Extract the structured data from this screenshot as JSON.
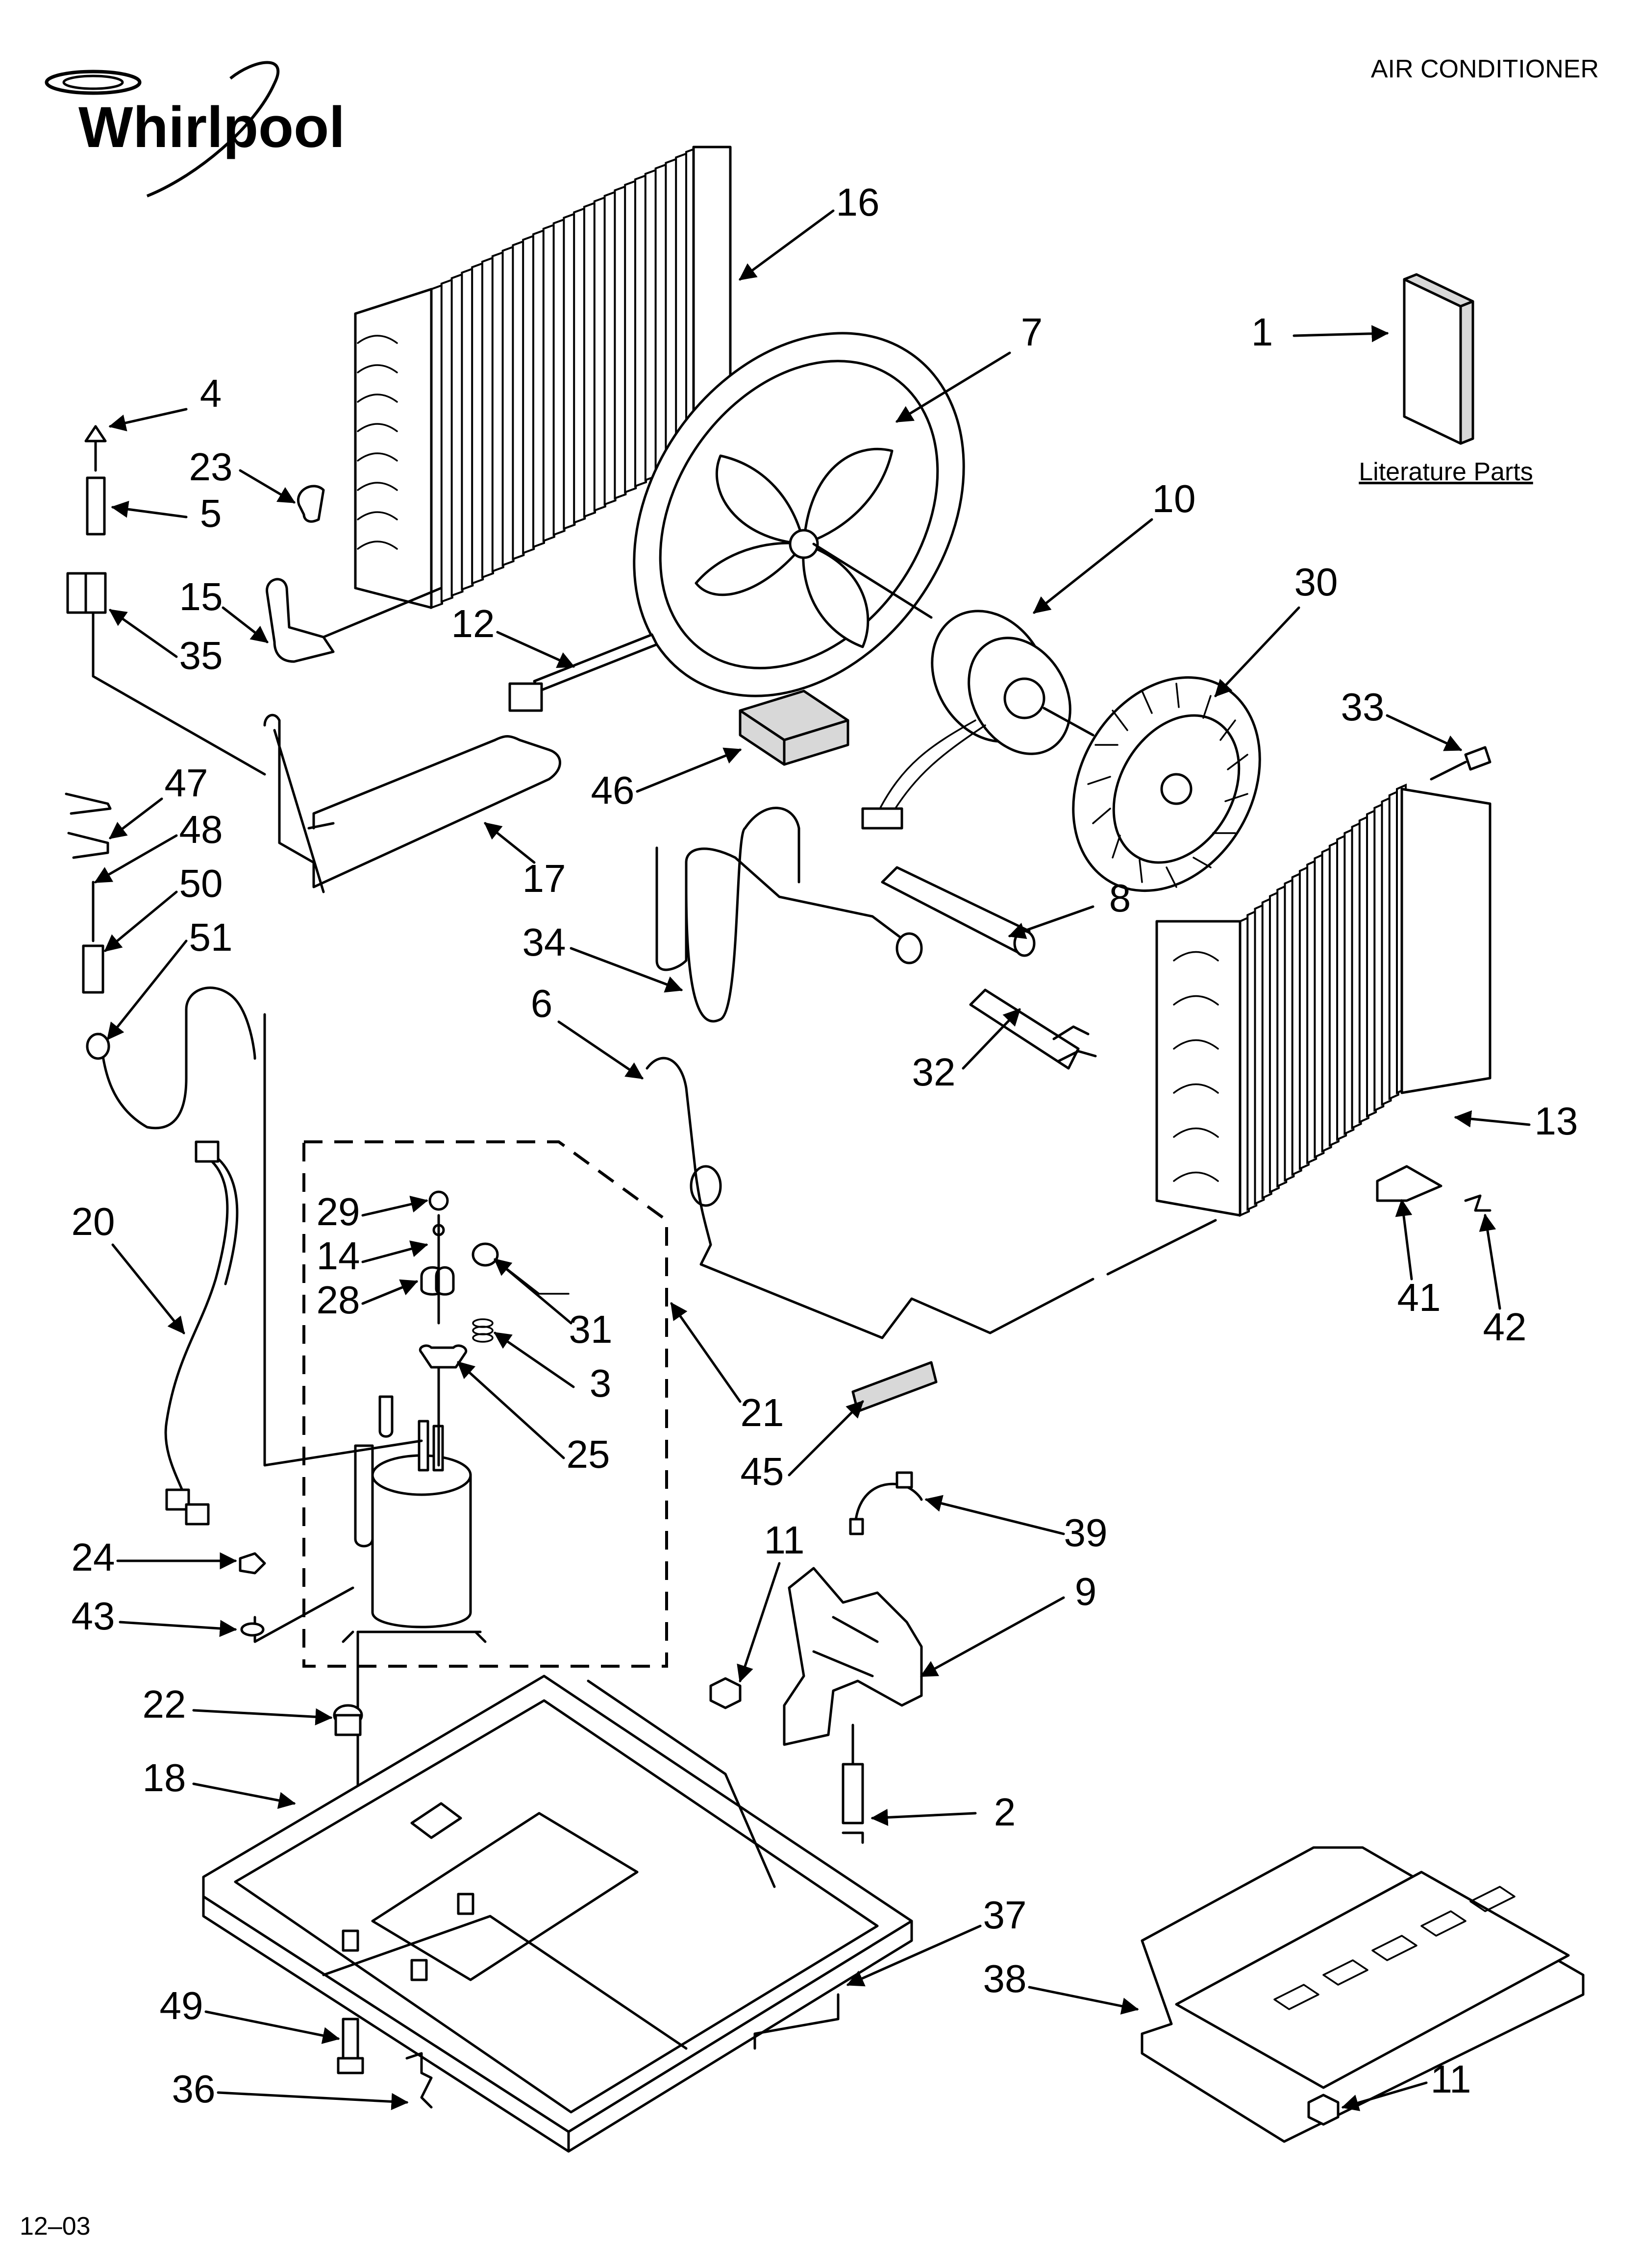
{
  "brand": "Whirlpool",
  "header_title": "AIR CONDITIONER",
  "literature_label": "Literature Parts",
  "footer_code": "12–03",
  "callouts": [
    {
      "id": "c1",
      "label": "1"
    },
    {
      "id": "c2",
      "label": "2"
    },
    {
      "id": "c3",
      "label": "3"
    },
    {
      "id": "c4",
      "label": "4"
    },
    {
      "id": "c5",
      "label": "5"
    },
    {
      "id": "c6",
      "label": "6"
    },
    {
      "id": "c7",
      "label": "7"
    },
    {
      "id": "c8",
      "label": "8"
    },
    {
      "id": "c9",
      "label": "9"
    },
    {
      "id": "c10",
      "label": "10"
    },
    {
      "id": "c11a",
      "label": "11"
    },
    {
      "id": "c11b",
      "label": "11"
    },
    {
      "id": "c12",
      "label": "12"
    },
    {
      "id": "c13",
      "label": "13"
    },
    {
      "id": "c14",
      "label": "14"
    },
    {
      "id": "c15",
      "label": "15"
    },
    {
      "id": "c16",
      "label": "16"
    },
    {
      "id": "c17",
      "label": "17"
    },
    {
      "id": "c18",
      "label": "18"
    },
    {
      "id": "c20",
      "label": "20"
    },
    {
      "id": "c21",
      "label": "21"
    },
    {
      "id": "c22",
      "label": "22"
    },
    {
      "id": "c23",
      "label": "23"
    },
    {
      "id": "c24",
      "label": "24"
    },
    {
      "id": "c25",
      "label": "25"
    },
    {
      "id": "c28",
      "label": "28"
    },
    {
      "id": "c29",
      "label": "29"
    },
    {
      "id": "c30",
      "label": "30"
    },
    {
      "id": "c31",
      "label": "31"
    },
    {
      "id": "c32",
      "label": "32"
    },
    {
      "id": "c33",
      "label": "33"
    },
    {
      "id": "c34",
      "label": "34"
    },
    {
      "id": "c35",
      "label": "35"
    },
    {
      "id": "c36",
      "label": "36"
    },
    {
      "id": "c37",
      "label": "37"
    },
    {
      "id": "c38",
      "label": "38"
    },
    {
      "id": "c39",
      "label": "39"
    },
    {
      "id": "c41",
      "label": "41"
    },
    {
      "id": "c42",
      "label": "42"
    },
    {
      "id": "c43",
      "label": "43"
    },
    {
      "id": "c45",
      "label": "45"
    },
    {
      "id": "c46",
      "label": "46"
    },
    {
      "id": "c47",
      "label": "47"
    },
    {
      "id": "c48",
      "label": "48"
    },
    {
      "id": "c49",
      "label": "49"
    },
    {
      "id": "c50",
      "label": "50"
    },
    {
      "id": "c51",
      "label": "51"
    }
  ]
}
